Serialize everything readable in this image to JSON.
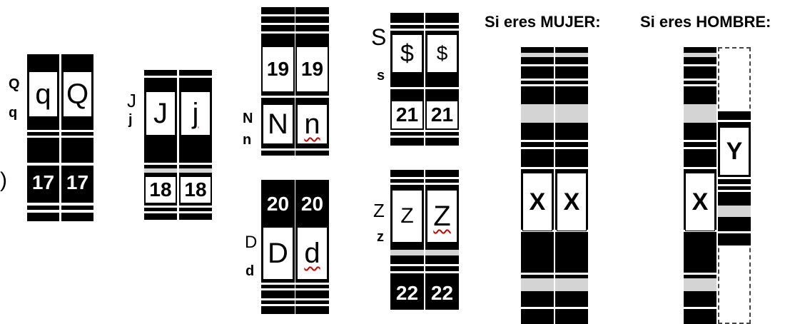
{
  "titles": {
    "mujer": "Si eres MUJER:",
    "hombre": "Si eres HOMBRE:"
  },
  "pair_q": {
    "label_upper": "Q",
    "label_lower": "q",
    "left_allele": "q",
    "right_allele": "Q",
    "number": "17",
    "edge_mark": ")"
  },
  "pair_j": {
    "label_upper": "J",
    "label_lower": "j",
    "left_allele": "J",
    "right_allele": "j",
    "number": "18"
  },
  "pair_n": {
    "label_upper": "N",
    "label_lower": "n",
    "left_allele": "N",
    "right_allele": "n",
    "number": "19"
  },
  "pair_d": {
    "label_upper": "D",
    "label_lower": "d",
    "left_allele": "D",
    "right_allele": "d",
    "number": "20"
  },
  "pair_s": {
    "label_upper": "S",
    "label_lower": "s",
    "left_allele": "$",
    "right_allele": "$",
    "number": "21"
  },
  "pair_z": {
    "label_upper": "Z",
    "label_lower": "z",
    "left_allele": "Z",
    "right_allele": "Z",
    "number": "22"
  },
  "sex_mujer": {
    "left": "X",
    "right": "X"
  },
  "sex_hombre": {
    "left": "X",
    "right": "Y"
  }
}
